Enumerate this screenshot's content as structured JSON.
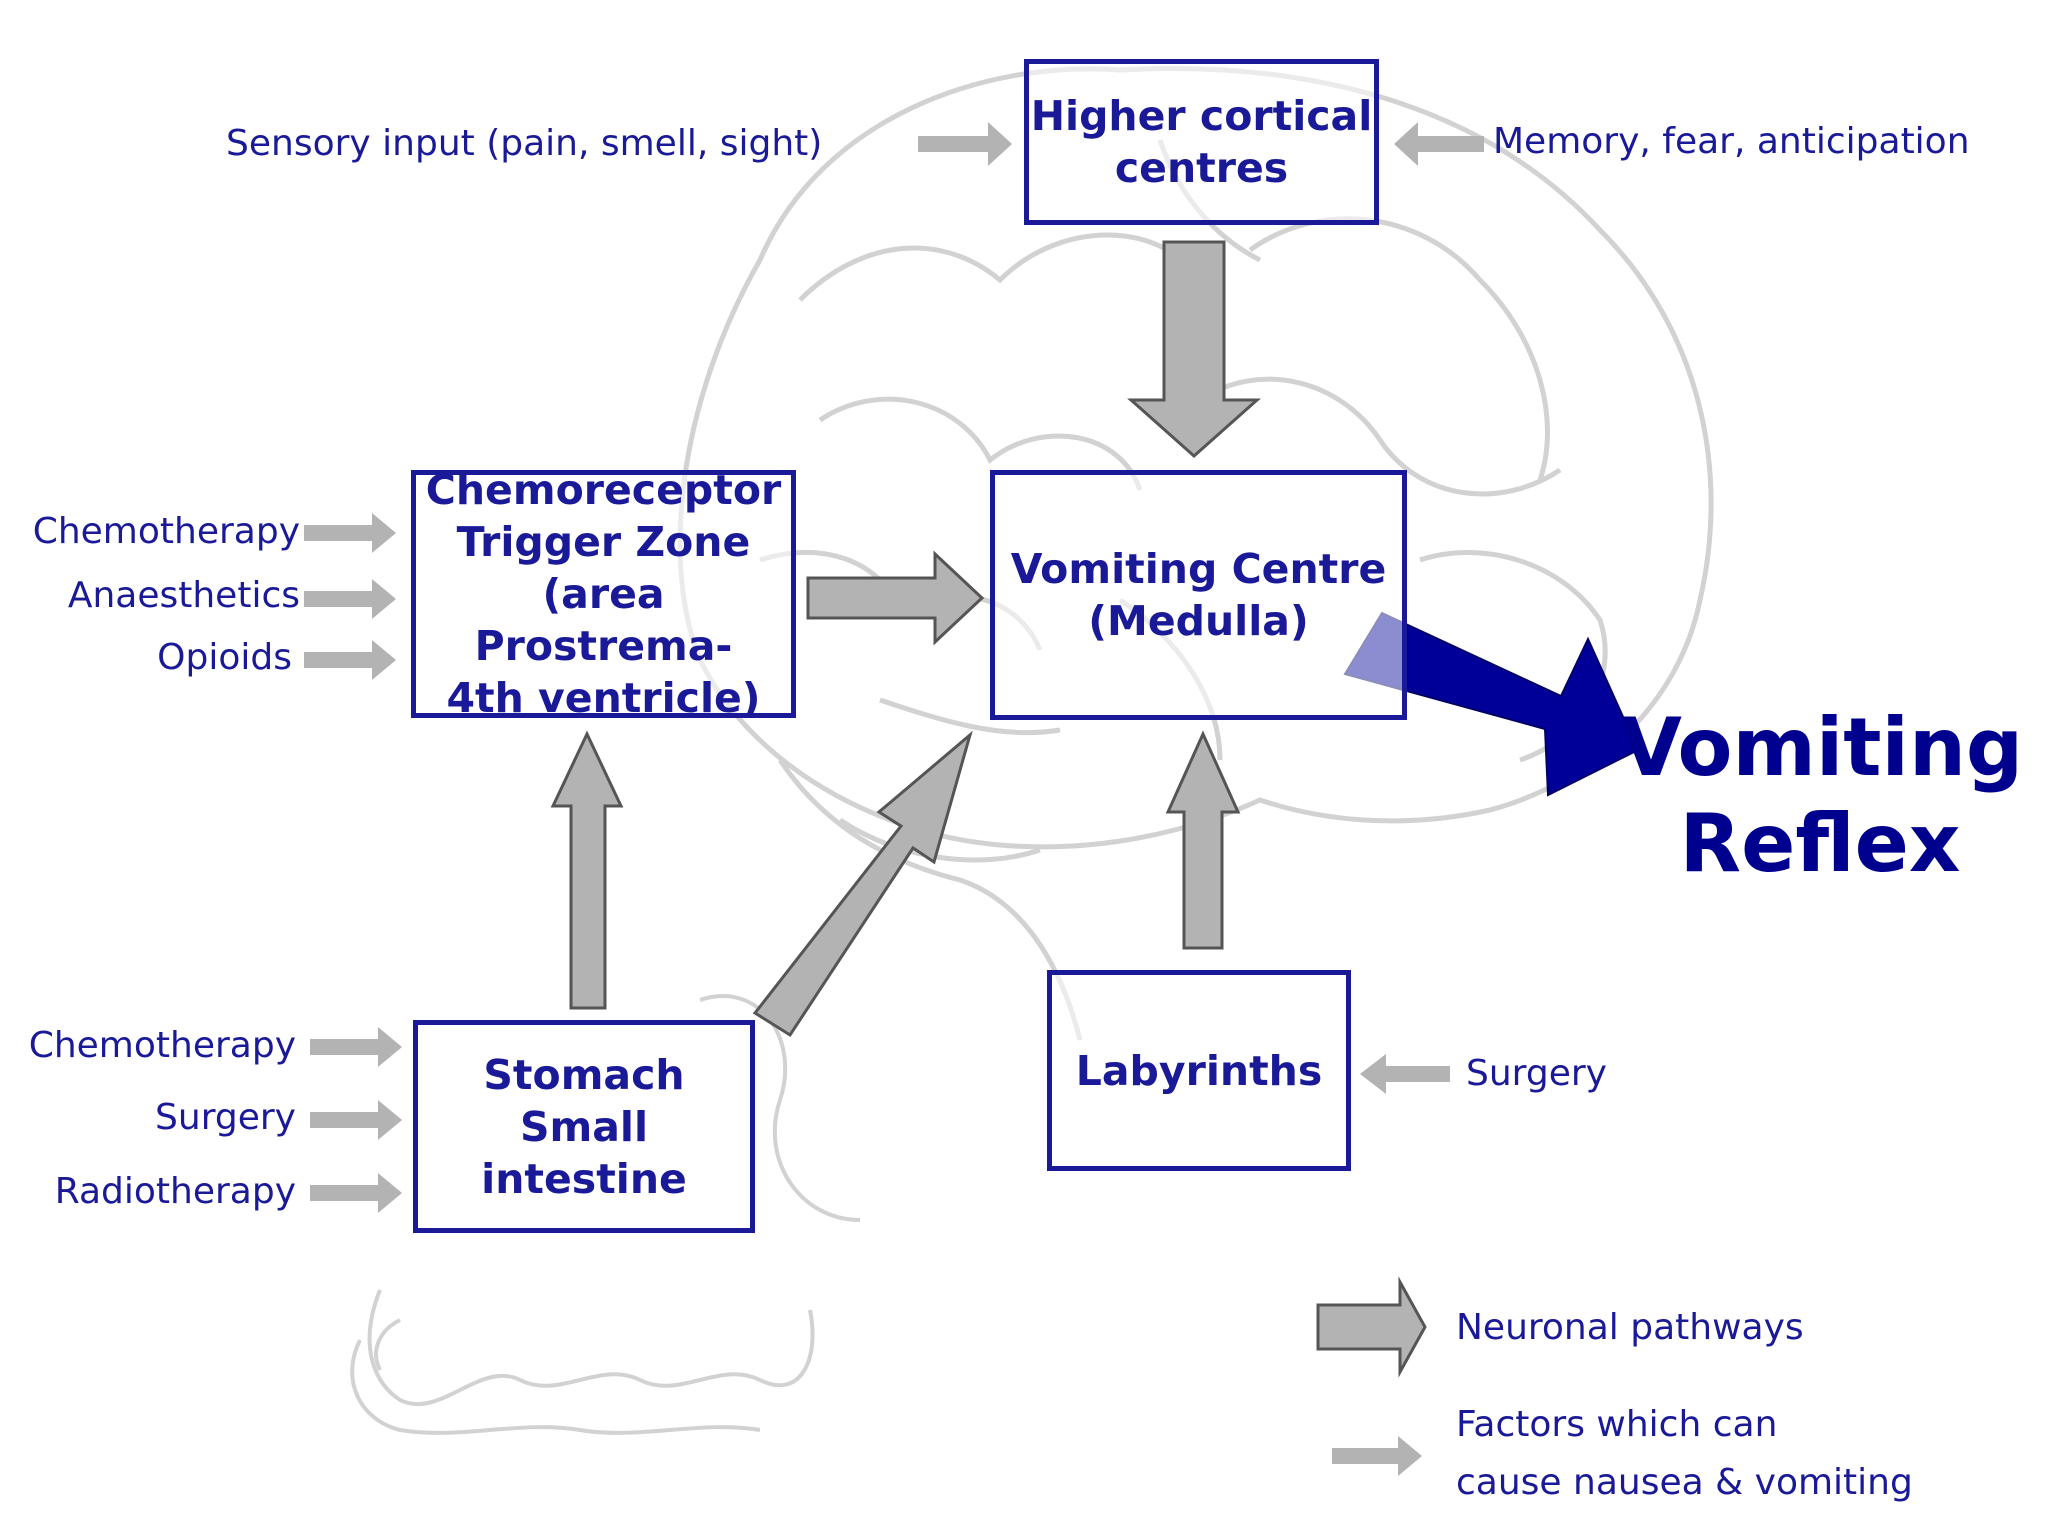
{
  "colors": {
    "box_border": "#1a1a99",
    "text": "#1a1a99",
    "gray_arrow": "#b3b3b3",
    "gray_outline": "#555555",
    "output_arrow": "#000099",
    "brain_lines": "#d0d0d0"
  },
  "boxes": {
    "cortical": {
      "line1": "Higher cortical",
      "line2": "centres"
    },
    "ctz": {
      "line1": "Chemoreceptor",
      "line2": "Trigger Zone",
      "line3": "(area Prostrema-",
      "line4": "4th ventricle)"
    },
    "vomiting_centre": {
      "line1": "Vomiting Centre",
      "line2": "(Medulla)"
    },
    "stomach": {
      "line1": "Stomach",
      "line2": "Small intestine"
    },
    "labyrinths": {
      "line1": "Labyrinths"
    }
  },
  "inputs": {
    "sensory": "Sensory input (pain, smell, sight)",
    "memory": "Memory, fear, anticipation",
    "ctz": [
      "Chemotherapy",
      "Anaesthetics",
      "Opioids"
    ],
    "stomach": [
      "Chemotherapy",
      "Surgery",
      "Radiotherapy"
    ],
    "labyrinths": "Surgery"
  },
  "output": {
    "line1": "Vomiting",
    "line2": "Reflex"
  },
  "legend": {
    "neuronal": "Neuronal pathways",
    "factors_line1": "Factors which can",
    "factors_line2": "cause nausea & vomiting"
  }
}
